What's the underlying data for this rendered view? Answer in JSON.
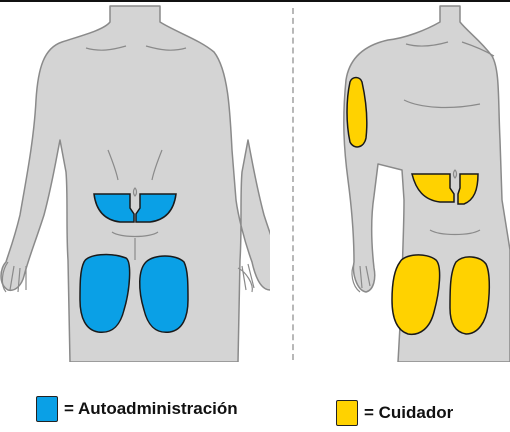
{
  "legend": {
    "self": {
      "label": "= Autoadministración",
      "color": "#0aa0e6"
    },
    "caregiver": {
      "label": "= Cuidador",
      "color": "#ffd200"
    }
  },
  "colors": {
    "body": "#d4d4d4",
    "outline": "#8a8a8a",
    "zone_outline": "#1a1a1a"
  },
  "figures": [
    {
      "name": "front-body-figure",
      "zones": [
        "abdomen",
        "left-thigh",
        "right-thigh"
      ]
    },
    {
      "name": "side-body-figure",
      "zones": [
        "upper-arm",
        "abdomen",
        "left-thigh",
        "right-thigh"
      ]
    }
  ]
}
